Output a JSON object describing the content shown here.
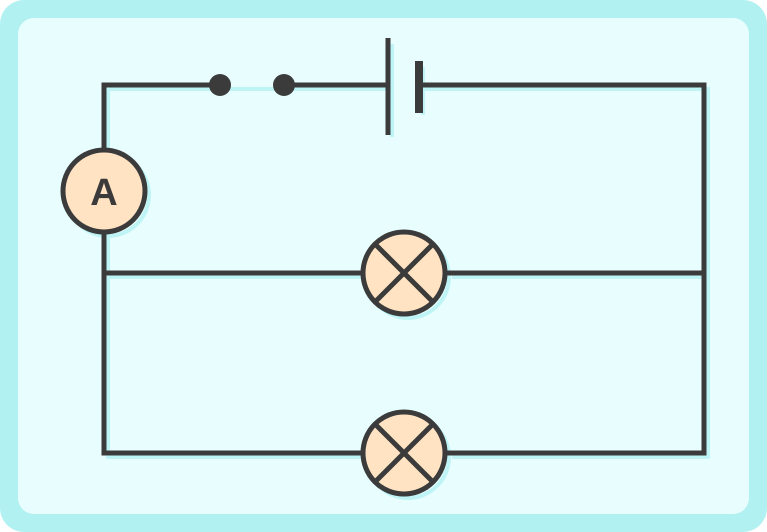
{
  "diagram": {
    "ammeter": {
      "label": "A"
    },
    "colors": {
      "outer_border": "#B2F1F2",
      "inner_panel": "#E8FEFE",
      "wire": "#3B3B3B",
      "component_fill": "#FFE3C2",
      "shadow": "#BFF4F6"
    },
    "components": [
      "battery",
      "switch",
      "ammeter",
      "lamp",
      "lamp"
    ]
  }
}
